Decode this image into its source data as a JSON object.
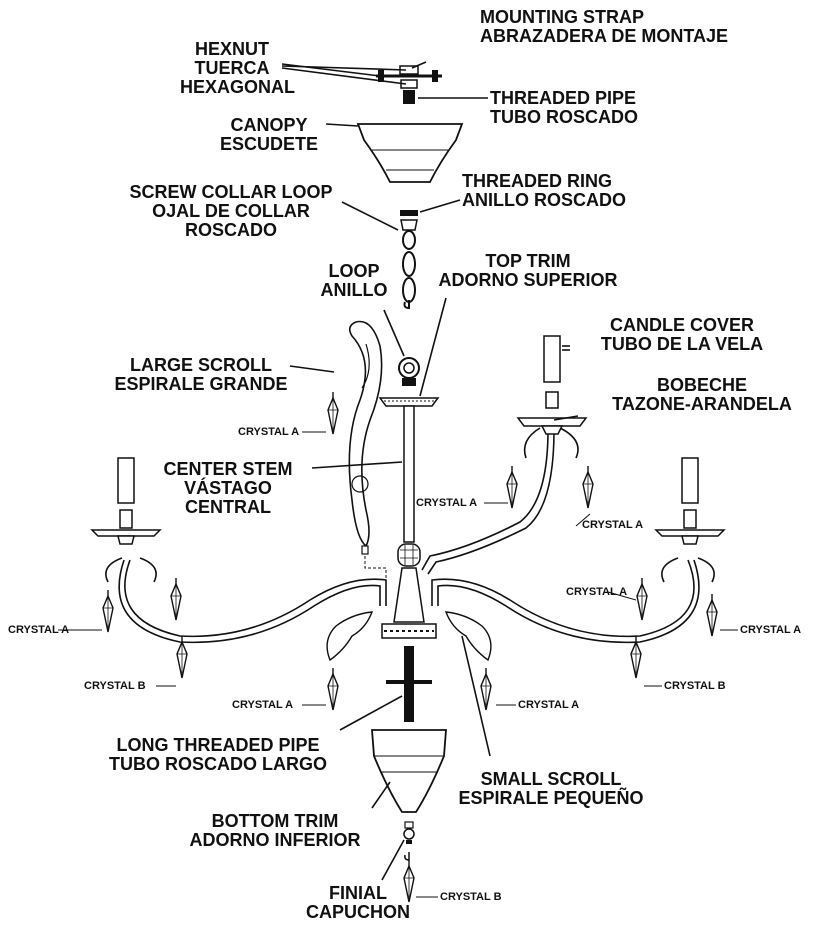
{
  "labels": {
    "mounting_strap": [
      "MOUNTING STRAP",
      "ABRAZADERA DE MONTAJE"
    ],
    "hexnut": [
      "HEXNUT",
      "TUERCA",
      "HEXAGONAL"
    ],
    "threaded_pipe": [
      "THREADED PIPE",
      "TUBO ROSCADO"
    ],
    "canopy": [
      "CANOPY",
      "ESCUDETE"
    ],
    "screw_collar_loop": [
      "SCREW COLLAR LOOP",
      "OJAL DE COLLAR",
      "ROSCADO"
    ],
    "threaded_ring": [
      "THREADED RING",
      "ANILLO ROSCADO"
    ],
    "loop": [
      "LOOP",
      "ANILLO"
    ],
    "top_trim": [
      "TOP TRIM",
      "ADORNO SUPERIOR"
    ],
    "candle_cover": [
      "CANDLE COVER",
      "TUBO DE LA VELA"
    ],
    "large_scroll": [
      "LARGE SCROLL",
      "ESPIRALE GRANDE"
    ],
    "bobeche": [
      "BOBECHE",
      "TAZONE-ARANDELA"
    ],
    "center_stem": [
      "CENTER STEM",
      "VÁSTAGO",
      "CENTRAL"
    ],
    "long_threaded_pipe": [
      "LONG THREADED PIPE",
      "TUBO ROSCADO LARGO"
    ],
    "small_scroll": [
      "SMALL SCROLL",
      "ESPIRALE PEQUEÑO"
    ],
    "bottom_trim": [
      "BOTTOM TRIM",
      "ADORNO INFERIOR"
    ],
    "finial": [
      "FINIAL",
      "CAPUCHON"
    ]
  },
  "crystal_labels": {
    "crystal_a": "CRYSTAL A",
    "crystal_b": "CRYSTAL B"
  }
}
